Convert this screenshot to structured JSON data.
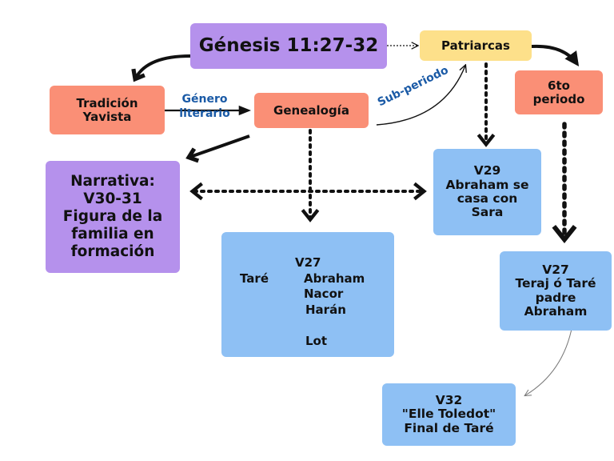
{
  "title": "Génesis 11:27-32",
  "patriarcas": "Patriarcas",
  "tradicion": [
    "Tradición",
    "Yavista"
  ],
  "genero": [
    "Género",
    "literario"
  ],
  "genealogia": "Genealogía",
  "subperiodo": "Sub-periodo",
  "sexto": [
    "6to",
    "periodo"
  ],
  "narrativa": [
    "Narrativa:",
    "V30-31",
    "Figura de la",
    "familia en",
    "formación"
  ],
  "v29": [
    "V29",
    "Abraham se",
    "casa con",
    "Sara"
  ],
  "v27a": {
    "header": "V27",
    "father": "Taré",
    "sons": [
      "Abraham",
      "Nacor",
      "Harán"
    ],
    "grandson": "Lot"
  },
  "v27b": [
    "V27",
    "Teraj ó Taré",
    "padre",
    "Abraham"
  ],
  "v32": [
    "V32",
    "\"Elle Toledot\"",
    "Final de Taré"
  ],
  "colors": {
    "purple": "#b591ec",
    "yellow": "#fde08a",
    "salmon": "#fa8f76",
    "blue": "#8ec0f4",
    "label_blue": "#1a5aa6"
  }
}
